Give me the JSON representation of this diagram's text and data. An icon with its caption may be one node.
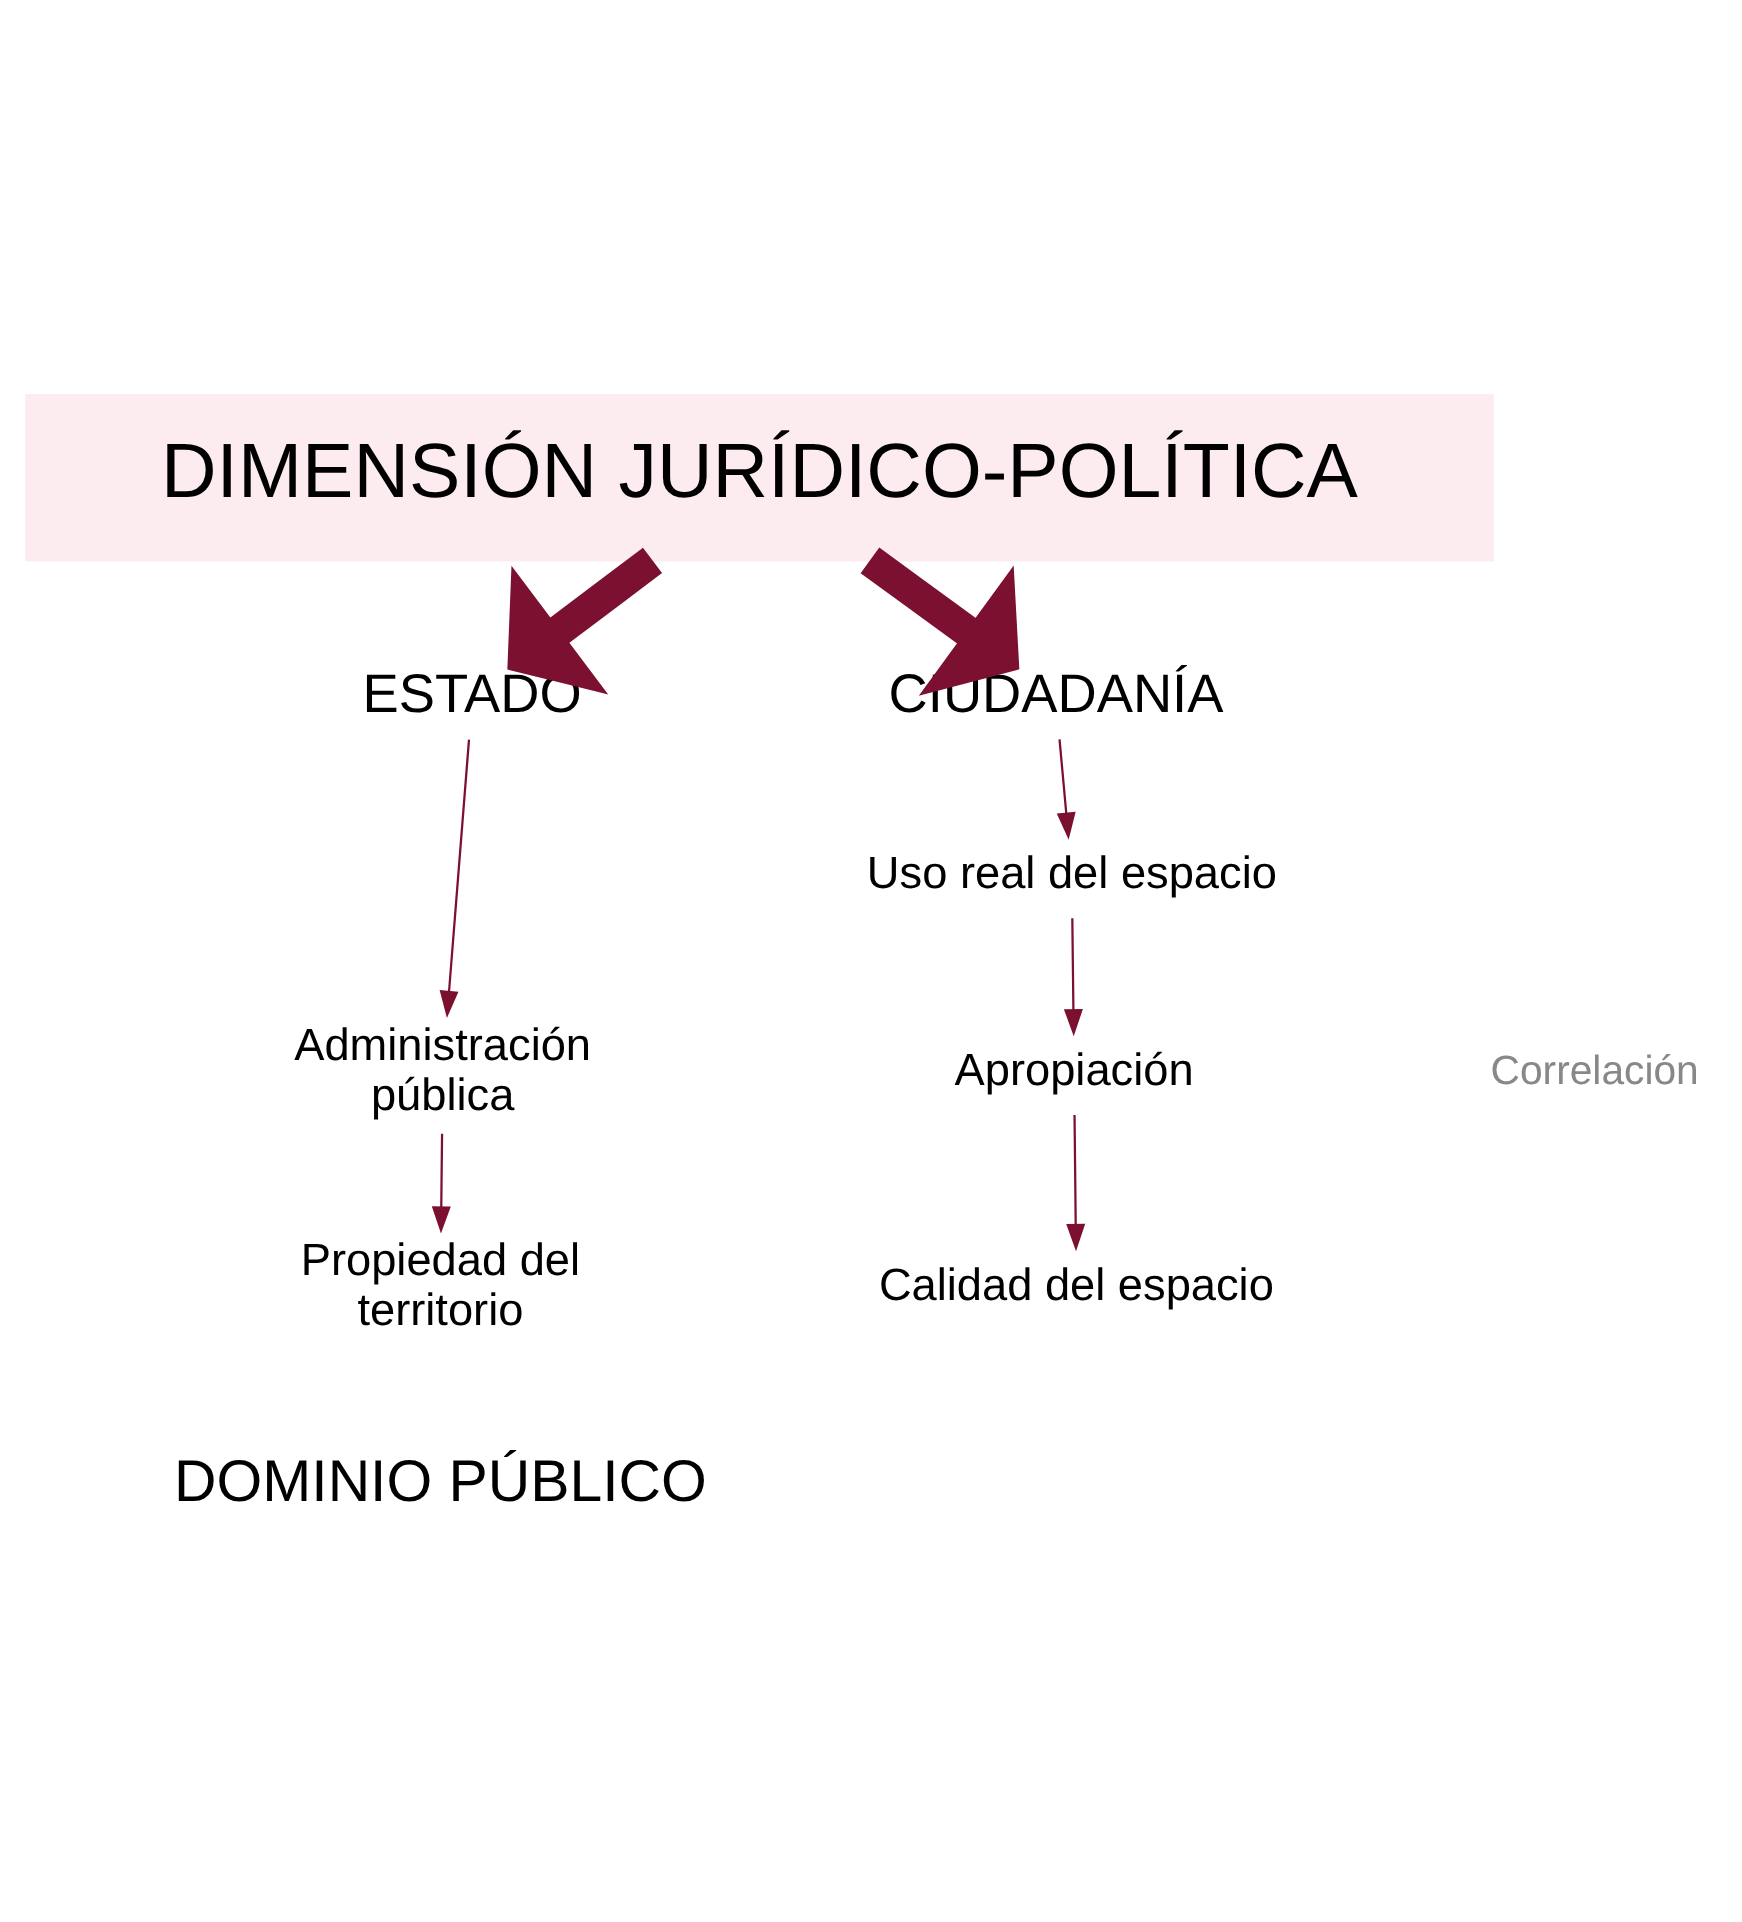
{
  "diagram": {
    "nodes": [
      {
        "text": [
          "DIMENSIÓN JURÍDICO-POLÍTICA"
        ]
      },
      {
        "text": [
          "ESTADO"
        ]
      },
      {
        "text": [
          "CIUDADANÍA"
        ]
      },
      {
        "text": [
          "Administración pública"
        ]
      },
      {
        "text": [
          "Propiedad del territorio"
        ]
      },
      {
        "text": [
          "Uso real del espacio"
        ]
      },
      {
        "text": [
          "Apropiación"
        ]
      },
      {
        "text": [
          "Calidad del espacio"
        ]
      }
    ],
    "edges": [
      {
        "from": 0,
        "to": 1,
        "arrow": "to",
        "style": "thick"
      },
      {
        "from": 0,
        "to": 2,
        "arrow": "to",
        "style": "thick"
      },
      {
        "from": 1,
        "to": 3,
        "arrow": "to"
      },
      {
        "from": 3,
        "to": 4,
        "arrow": "to"
      },
      {
        "from": 2,
        "to": 5,
        "arrow": "to"
      },
      {
        "from": 5,
        "to": 6,
        "arrow": "to"
      },
      {
        "from": 6,
        "to": 7,
        "arrow": "to"
      }
    ],
    "labels": [
      "Correlación",
      "DOMINIO PÚBLICO"
    ]
  }
}
